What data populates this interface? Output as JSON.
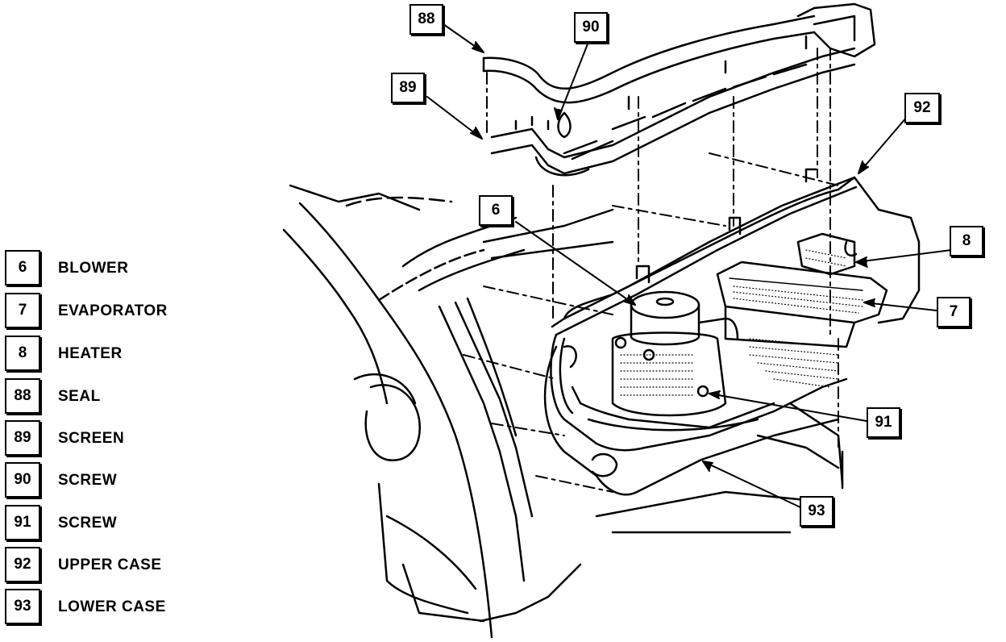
{
  "legend": [
    {
      "num": "6",
      "label": "BLOWER"
    },
    {
      "num": "7",
      "label": "EVAPORATOR"
    },
    {
      "num": "8",
      "label": "HEATER"
    },
    {
      "num": "88",
      "label": "SEAL"
    },
    {
      "num": "89",
      "label": "SCREEN"
    },
    {
      "num": "90",
      "label": "SCREW"
    },
    {
      "num": "91",
      "label": "SCREW"
    },
    {
      "num": "92",
      "label": "UPPER CASE"
    },
    {
      "num": "93",
      "label": "LOWER CASE"
    }
  ],
  "callouts": {
    "c88": "88",
    "c90": "90",
    "c89": "89",
    "c92": "92",
    "c6": "6",
    "c8": "8",
    "c7": "7",
    "c91": "91",
    "c93": "93"
  }
}
